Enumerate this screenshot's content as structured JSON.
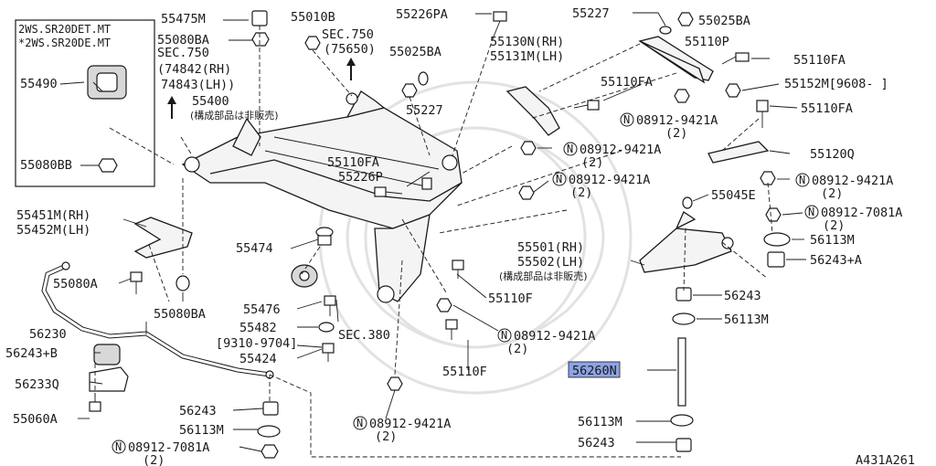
{
  "diagram_id": "A431A261",
  "inset": {
    "note1": "2WS.SR20DET.MT",
    "note2": "*2WS.SR20DE.MT",
    "part_top": "55490",
    "part_bottom": "55080BB"
  },
  "labels": {
    "p55475M": "55475M",
    "p55080BA_top": "55080BA",
    "sec750_a": "SEC.750",
    "p74842": "(74842(RH)",
    "p74843": "74843(LH))",
    "p55400": "55400",
    "p55400_note": "(構成部品は非販売)",
    "p55010B": "55010B",
    "sec750_b": "SEC.750",
    "p75650": "(75650)",
    "p55025BA_mid": "55025BA",
    "p55226PA": "55226PA",
    "p55227_mid": "55227",
    "p55130N": "55130N(RH)",
    "p55131M": "55131M(LH)",
    "p55227_top": "55227",
    "p55025BA_top": "55025BA",
    "p55110P": "55110P",
    "p55110FA_r1": "55110FA",
    "p55152M": "55152M[9608-   ]",
    "p55110FA_mid": "55110FA",
    "p55110FA_r2": "55110FA",
    "n08912_a": "08912-9421A",
    "n08912_a_q": "(2)",
    "n08912_b": "08912-9421A",
    "n08912_b_q": "(2)",
    "p55120Q": "55120Q",
    "n08912_c": "08912-9421A",
    "n08912_c_q": "(2)",
    "n08912_d": "08912-9421A",
    "n08912_d_q": "(2)",
    "p55045E": "55045E",
    "n08912_7081_r": "08912-7081A",
    "n08912_7081_r_q": "(2)",
    "p56113M_r1": "56113M",
    "p56243A_r": "56243+A",
    "p55110FA_c": "55110FA",
    "p55226P": "55226P",
    "p55451M": "55451M(RH)",
    "p55452M": "55452M(LH)",
    "p55474": "55474",
    "p55501": "55501(RH)",
    "p55502": "55502(LH)",
    "p5550x_note": "(構成部品は非販売)",
    "p55080A": "55080A",
    "p55110F_a": "55110F",
    "p56243_r": "56243",
    "p56113M_r2": "56113M",
    "p55080BA_b": "55080BA",
    "p55476": "55476",
    "p56230": "56230",
    "p55482": "55482",
    "p55482_d": "[9310-9704]",
    "sec380": "SEC.380",
    "n08912_e": "08912-9421A",
    "n08912_e_q": "(2)",
    "p56243B": "56243+B",
    "p55424": "55424",
    "p55110F_b": "55110F",
    "p56260N": "56260N",
    "p56233Q": "56233Q",
    "p55060A": "55060A",
    "p56243_l": "56243",
    "p56113M_l": "56113M",
    "n08912_7081_l": "08912-7081A",
    "n08912_7081_l_q": "(2)",
    "n08912_f": "08912-9421A",
    "n08912_f_q": "(2)",
    "p56113M_b": "56113M",
    "p56243_b": "56243"
  },
  "highlight": {
    "part": "56260N",
    "color": "#8da3e6"
  },
  "n_symbol": "N"
}
